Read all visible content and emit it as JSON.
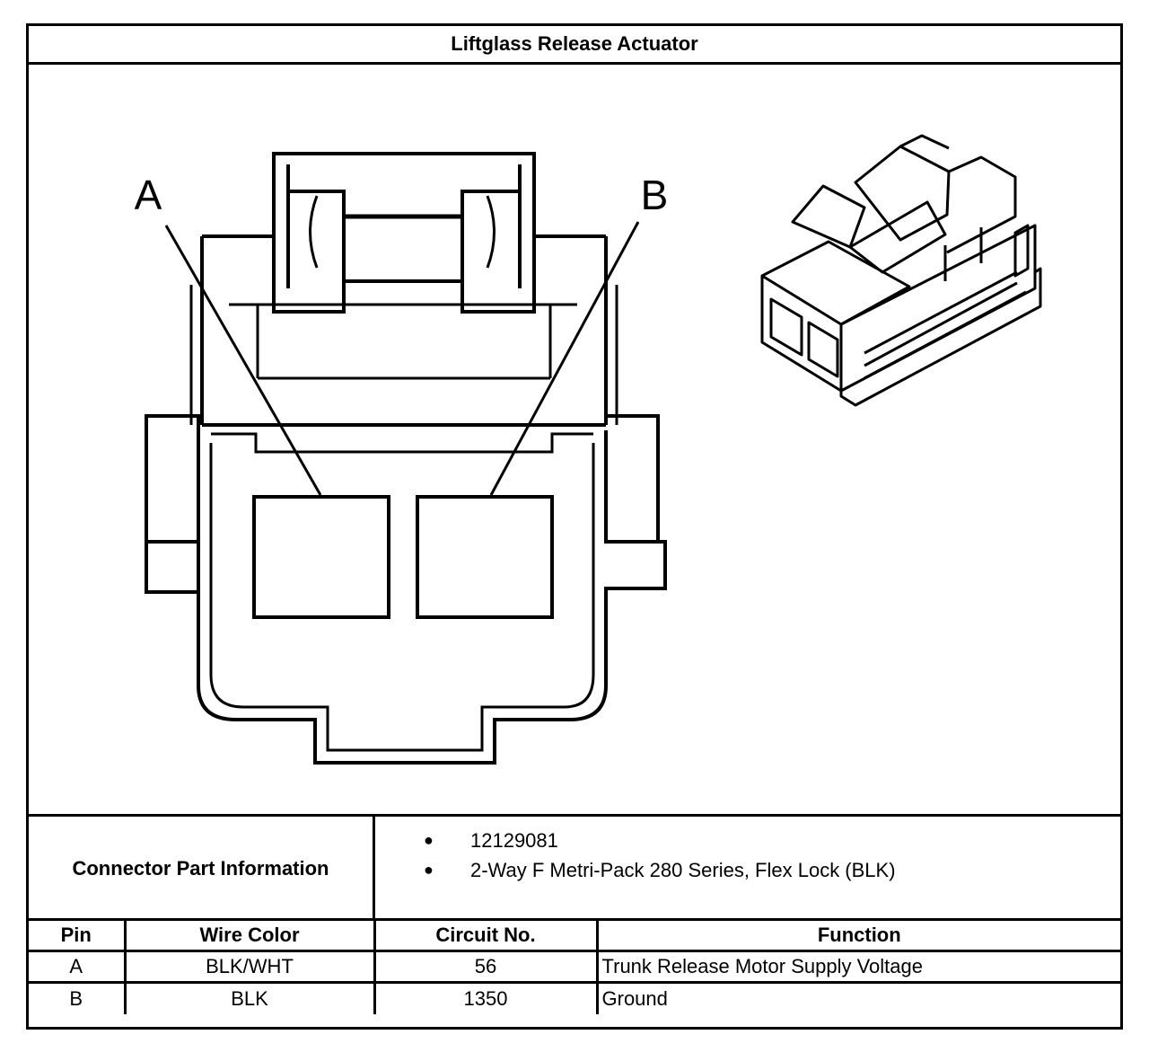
{
  "title": "Liftglass Release Actuator",
  "diagram": {
    "pin_labels": [
      "A",
      "B"
    ]
  },
  "connector_info": {
    "label": "Connector Part Information",
    "items": [
      "12129081",
      "2-Way F Metri-Pack 280 Series, Flex Lock (BLK)"
    ],
    "bullet": "●"
  },
  "pin_table": {
    "headers": [
      "Pin",
      "Wire Color",
      "Circuit No.",
      "Function"
    ],
    "rows": [
      {
        "pin": "A",
        "wire_color": "BLK/WHT",
        "circuit": "56",
        "function": "Trunk Release Motor Supply Voltage"
      },
      {
        "pin": "B",
        "wire_color": "BLK",
        "circuit": "1350",
        "function": "Ground"
      }
    ]
  }
}
